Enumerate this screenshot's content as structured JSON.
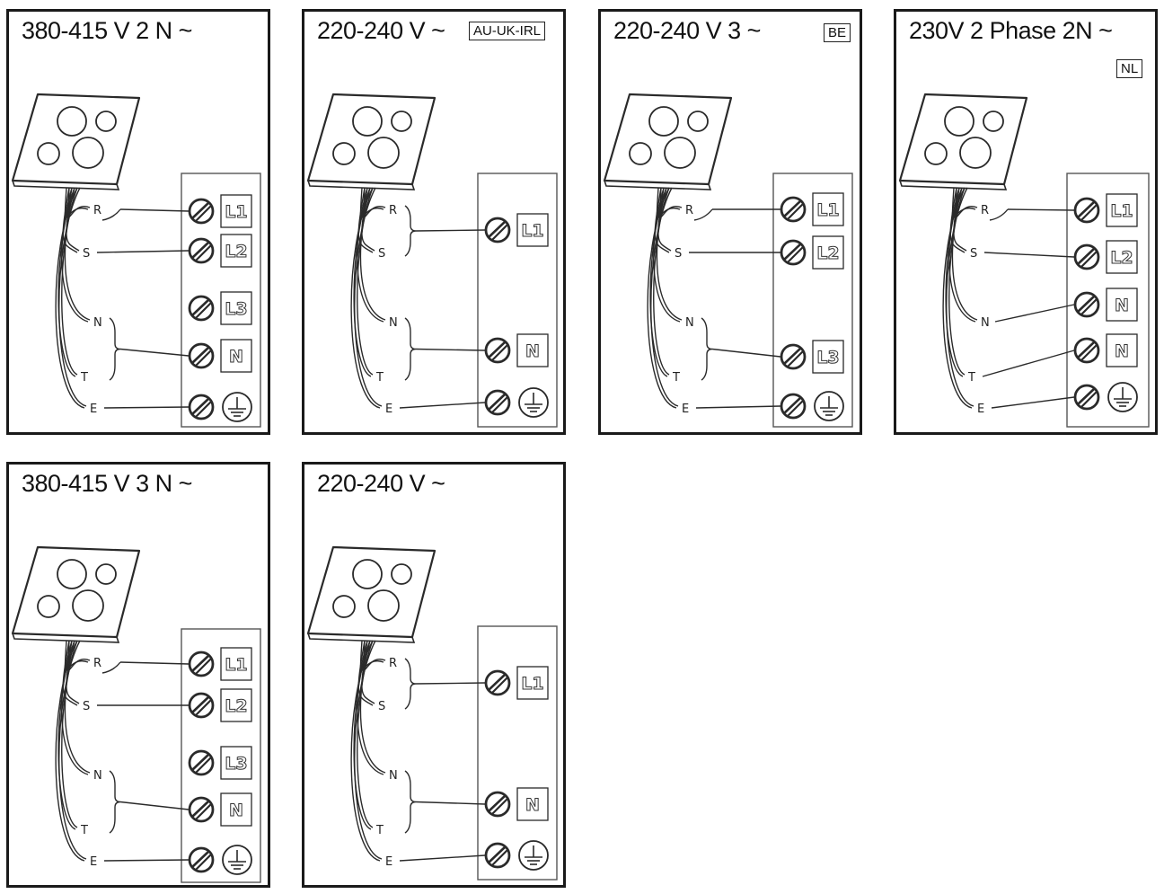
{
  "colors": {
    "frame": "#1a1a1a",
    "line": "#2a2a2a",
    "terminal_block": "#555555"
  },
  "icons": {
    "screw": "screw-terminal-icon",
    "earth": "earth-ground-icon",
    "hob": "cooktop-icon"
  },
  "panels": [
    {
      "id": "p1",
      "title": "380-415 V 2 N ~",
      "tag": "",
      "wires": [
        {
          "label": "R"
        },
        {
          "label": "S"
        },
        {
          "label": "N"
        },
        {
          "label": "T"
        },
        {
          "label": "E"
        }
      ],
      "terminals": [
        {
          "label": "L1"
        },
        {
          "label": "L2"
        },
        {
          "label": "L3"
        },
        {
          "label": "N"
        },
        {
          "label": "⏚"
        }
      ]
    },
    {
      "id": "p2",
      "title": "220-240 V ~",
      "tag": "AU-UK-IRL",
      "wires": [
        {
          "label": "R"
        },
        {
          "label": "S"
        },
        {
          "label": "N"
        },
        {
          "label": "T"
        },
        {
          "label": "E"
        }
      ],
      "terminals": [
        {
          "label": "L1"
        },
        {
          "label": "N"
        },
        {
          "label": "⏚"
        }
      ]
    },
    {
      "id": "p3",
      "title": "220-240 V 3 ~",
      "tag": "BE",
      "wires": [
        {
          "label": "R"
        },
        {
          "label": "S"
        },
        {
          "label": "N"
        },
        {
          "label": "T"
        },
        {
          "label": "E"
        }
      ],
      "terminals": [
        {
          "label": "L1"
        },
        {
          "label": "L2"
        },
        {
          "label": "L3"
        },
        {
          "label": "⏚"
        }
      ]
    },
    {
      "id": "p4",
      "title": "230V 2 Phase 2N ~",
      "tag": "NL",
      "wires": [
        {
          "label": "R"
        },
        {
          "label": "S"
        },
        {
          "label": "N"
        },
        {
          "label": "T"
        },
        {
          "label": "E"
        }
      ],
      "terminals": [
        {
          "label": "L1"
        },
        {
          "label": "L2"
        },
        {
          "label": "N"
        },
        {
          "label": "N"
        },
        {
          "label": "⏚"
        }
      ]
    },
    {
      "id": "p5",
      "title": "380-415 V 3 N ~",
      "tag": "",
      "wires": [
        {
          "label": "R"
        },
        {
          "label": "S"
        },
        {
          "label": "N"
        },
        {
          "label": "T"
        },
        {
          "label": "E"
        }
      ],
      "terminals": [
        {
          "label": "L1"
        },
        {
          "label": "L2"
        },
        {
          "label": "L3"
        },
        {
          "label": "N"
        },
        {
          "label": "⏚"
        }
      ]
    },
    {
      "id": "p6",
      "title": "220-240 V ~",
      "tag": "",
      "wires": [
        {
          "label": "R"
        },
        {
          "label": "S"
        },
        {
          "label": "N"
        },
        {
          "label": "T"
        },
        {
          "label": "E"
        }
      ],
      "terminals": [
        {
          "label": "L1"
        },
        {
          "label": "N"
        },
        {
          "label": "⏚"
        }
      ]
    }
  ]
}
